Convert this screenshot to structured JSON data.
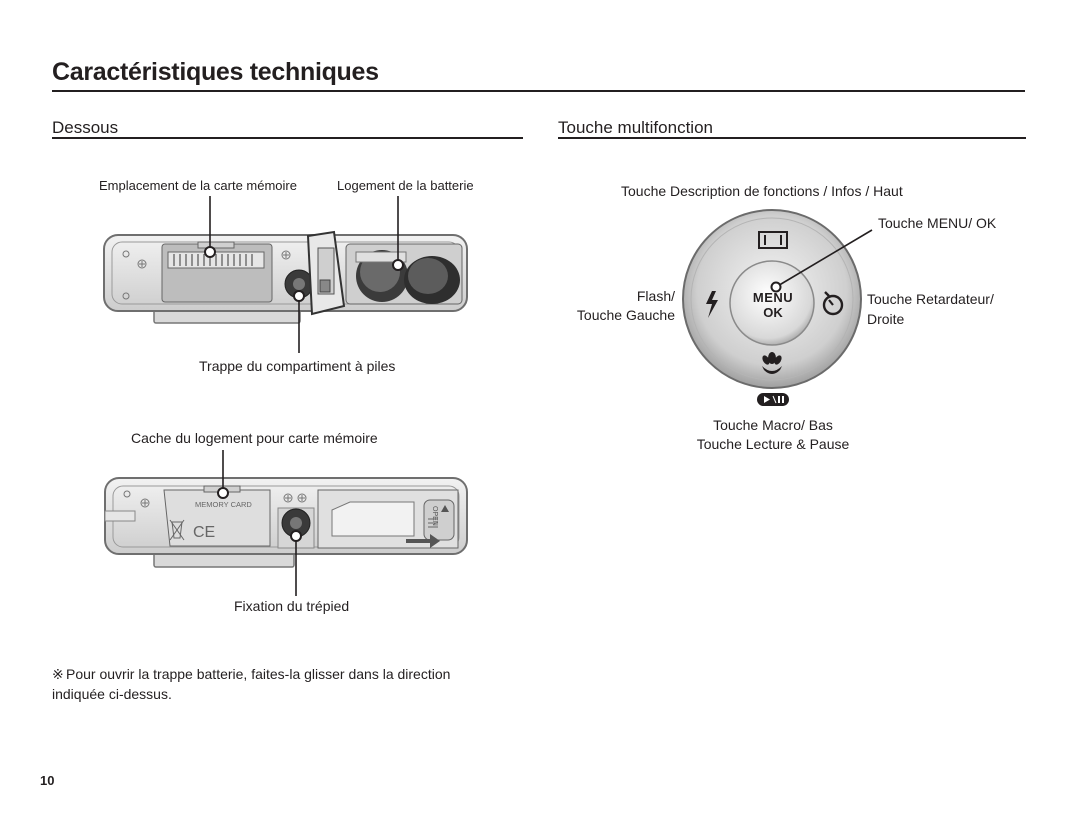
{
  "page": {
    "title": "Caractéristiques techniques",
    "page_number": "10"
  },
  "left_section": {
    "heading": "Dessous",
    "top_view": {
      "label_memory_slot": "Emplacement de la carte mémoire",
      "label_battery_slot": "Logement de la batterie",
      "label_battery_door": "Trappe du compartiment à piles"
    },
    "bottom_view": {
      "label_card_cover": "Cache du logement pour carte mémoire",
      "label_tripod": "Fixation du trépied",
      "printed_memory_card": "MEMORY CARD",
      "printed_open": "OPEN"
    },
    "note_symbol": "※",
    "note_text": "Pour ouvrir la trappe batterie, faites-la glisser dans la direction indiquée ci-dessus."
  },
  "right_section": {
    "heading": "Touche multifonction",
    "label_top": "Touche Description de fonctions / Infos / Haut",
    "label_menu_ok": "Touche MENU/ OK",
    "label_left_1": "Flash/",
    "label_left_2": "Touche Gauche",
    "label_right_1": "Touche Retardateur/",
    "label_right_2": "Droite",
    "label_bottom_1": "Touche Macro/ Bas",
    "label_bottom_2": "Touche Lecture & Pause",
    "button_menu": "MENU",
    "button_ok": "OK"
  }
}
